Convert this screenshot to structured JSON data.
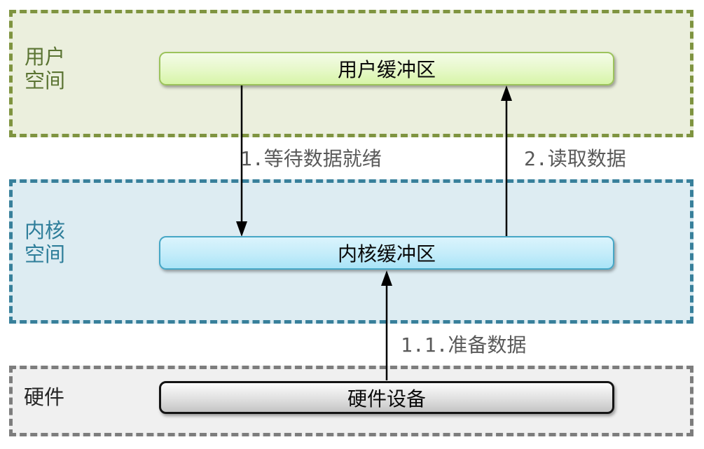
{
  "diagram": {
    "background": "#ffffff",
    "arrow_color": "#000000",
    "arrow_label_color": "#595959"
  },
  "regions": {
    "user_space": {
      "label_line1": "用户",
      "label_line2": "空间",
      "label_color": "#5b7433",
      "bg": "#ebefdd",
      "border_color": "#7f9440",
      "node": {
        "label": "用户缓冲区",
        "bg_top": "#f4fbe8",
        "bg_bottom": "#d7f5a8",
        "border_color": "#9cc35c"
      }
    },
    "kernel_space": {
      "label_line1": "内核",
      "label_line2": "空间",
      "label_color": "#2e7e9a",
      "bg": "#ddecf2",
      "border_color": "#38809b",
      "node": {
        "label": "内核缓冲区",
        "bg_top": "#dbf4fc",
        "bg_bottom": "#a9e4f7",
        "border_color": "#46a7c6"
      }
    },
    "hardware": {
      "label": "硬件",
      "label_color": "#262626",
      "bg": "#f0f0f0",
      "border_color": "#7d7d7d",
      "node": {
        "label": "硬件设备",
        "bg_top": "#fcfcfc",
        "bg_bottom": "#c4c4c4",
        "border_color": "#141414"
      }
    }
  },
  "arrows": [
    {
      "label": "1.等待数据就绪",
      "direction": "down",
      "from": "用户缓冲区",
      "to": "内核缓冲区"
    },
    {
      "label": "2.读取数据",
      "direction": "up",
      "from": "内核缓冲区",
      "to": "用户缓冲区"
    },
    {
      "label": "1.1.准备数据",
      "direction": "up",
      "from": "硬件设备",
      "to": "内核缓冲区"
    }
  ]
}
